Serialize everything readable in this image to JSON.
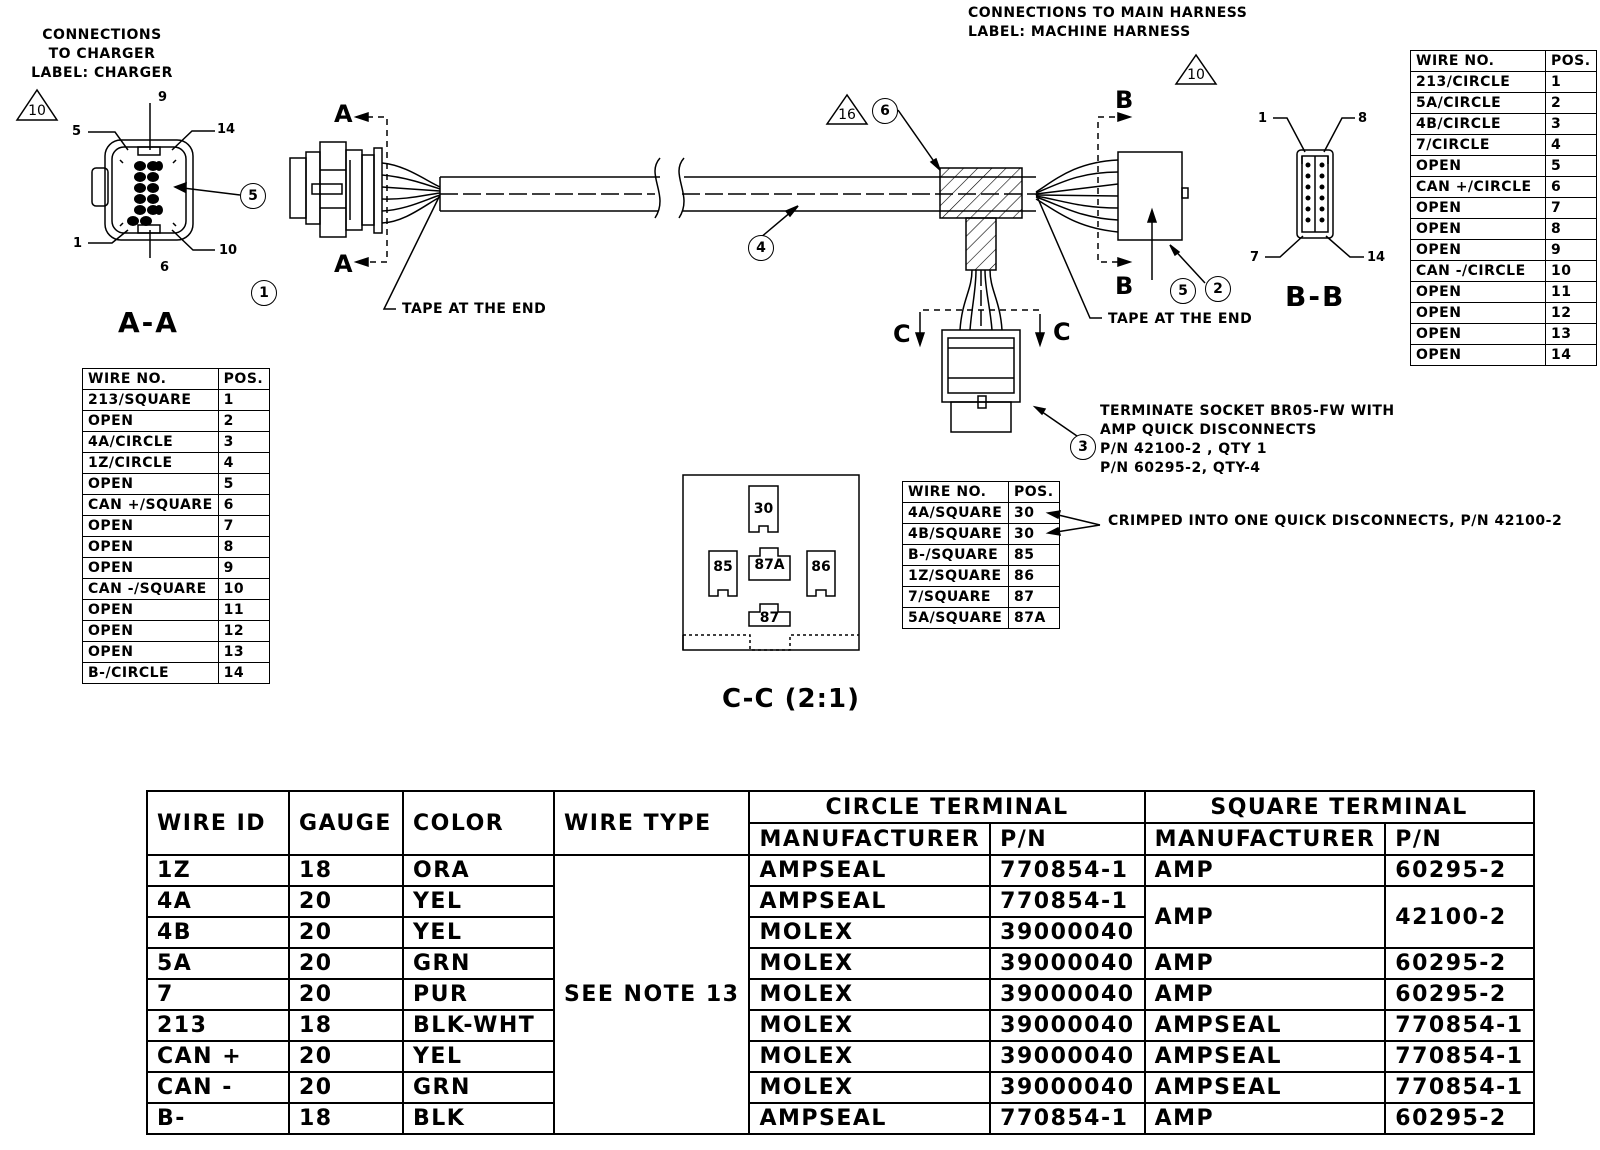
{
  "aa": {
    "header": [
      "CONNECTIONS",
      "TO CHARGER",
      "LABEL: CHARGER"
    ],
    "note_ref": "10",
    "section_title": "A-A",
    "pin_labels": {
      "p9": "9",
      "p5": "5",
      "p14": "14",
      "p1": "1",
      "p6": "6",
      "p10": "10"
    },
    "bubble": "5"
  },
  "main_header": [
    "CONNECTIONS TO MAIN HARNESS",
    "LABEL: MACHINE HARNESS"
  ],
  "main_note_ref": "10",
  "cut_labels": {
    "a": "A",
    "b": "B",
    "c": "C"
  },
  "balloons": {
    "b1": "1",
    "b2": "2",
    "b3": "3",
    "b4": "4",
    "b5": "5",
    "b6": "6"
  },
  "note16": "16",
  "tape_left": "TAPE AT THE END",
  "tape_right": "TAPE AT THE END",
  "bb": {
    "section_title": "B-B",
    "pin_labels": {
      "p1": "1",
      "p8": "8",
      "p7": "7",
      "p14": "14"
    }
  },
  "terminate_note": [
    "TERMINATE SOCKET BR05-FW WITH",
    "AMP QUICK DISCONNECTS",
    "P/N 42100-2 , QTY 1",
    "P/N 60295-2, QTY-4"
  ],
  "crimp_note": "CRIMPED INTO ONE QUICK DISCONNECTS, P/N 42100-2",
  "cc": {
    "section_title": "C-C (2:1)",
    "relay": {
      "t30": "30",
      "t85": "85",
      "t87a": "87A",
      "t86": "86",
      "t87": "87"
    }
  },
  "table_aa": {
    "headers": [
      "WIRE NO.",
      "POS."
    ],
    "rows": [
      [
        "213/SQUARE",
        "1"
      ],
      [
        "OPEN",
        "2"
      ],
      [
        "4A/CIRCLE",
        "3"
      ],
      [
        "1Z/CIRCLE",
        "4"
      ],
      [
        "OPEN",
        "5"
      ],
      [
        "CAN +/SQUARE",
        "6"
      ],
      [
        "OPEN",
        "7"
      ],
      [
        "OPEN",
        "8"
      ],
      [
        "OPEN",
        "9"
      ],
      [
        "CAN -/SQUARE",
        "10"
      ],
      [
        "OPEN",
        "11"
      ],
      [
        "OPEN",
        "12"
      ],
      [
        "OPEN",
        "13"
      ],
      [
        "B-/CIRCLE",
        "14"
      ]
    ]
  },
  "table_bb": {
    "headers": [
      "WIRE NO.",
      "POS."
    ],
    "rows": [
      [
        "213/CIRCLE",
        "1"
      ],
      [
        "5A/CIRCLE",
        "2"
      ],
      [
        "4B/CIRCLE",
        "3"
      ],
      [
        "7/CIRCLE",
        "4"
      ],
      [
        "OPEN",
        "5"
      ],
      [
        "CAN +/CIRCLE",
        "6"
      ],
      [
        "OPEN",
        "7"
      ],
      [
        "OPEN",
        "8"
      ],
      [
        "OPEN",
        "9"
      ],
      [
        "CAN -/CIRCLE",
        "10"
      ],
      [
        "OPEN",
        "11"
      ],
      [
        "OPEN",
        "12"
      ],
      [
        "OPEN",
        "13"
      ],
      [
        "OPEN",
        "14"
      ]
    ]
  },
  "table_cc": {
    "headers": [
      "WIRE NO.",
      "POS."
    ],
    "rows": [
      [
        "4A/SQUARE",
        "30"
      ],
      [
        "4B/SQUARE",
        "30"
      ],
      [
        "B-/SQUARE",
        "85"
      ],
      [
        "1Z/SQUARE",
        "86"
      ],
      [
        "7/SQUARE",
        "87"
      ],
      [
        "5A/SQUARE",
        "87A"
      ]
    ]
  },
  "wire_table": {
    "headers": {
      "wire_id": "WIRE ID",
      "gauge": "GAUGE",
      "color": "COLOR",
      "wire_type": "WIRE TYPE",
      "circle_terminal": "CIRCLE TERMINAL",
      "square_terminal": "SQUARE TERMINAL",
      "manufacturer": "MANUFACTURER",
      "pn": "P/N"
    },
    "wire_type_value": "SEE NOTE 13",
    "rows": [
      {
        "id": "1Z",
        "gauge": "18",
        "color": "ORA",
        "c_mfr": "AMPSEAL",
        "c_pn": "770854-1",
        "s_mfr": "AMP",
        "s_pn": "60295-2"
      },
      {
        "id": "4A",
        "gauge": "20",
        "color": "YEL",
        "c_mfr": "AMPSEAL",
        "c_pn": "770854-1",
        "s_mfr": "AMP",
        "s_pn": "42100-2"
      },
      {
        "id": "4B",
        "gauge": "20",
        "color": "YEL",
        "c_mfr": "MOLEX",
        "c_pn": "39000040"
      },
      {
        "id": "5A",
        "gauge": "20",
        "color": "GRN",
        "c_mfr": "MOLEX",
        "c_pn": "39000040",
        "s_mfr": "AMP",
        "s_pn": "60295-2"
      },
      {
        "id": "7",
        "gauge": "20",
        "color": "PUR",
        "c_mfr": "MOLEX",
        "c_pn": "39000040",
        "s_mfr": "AMP",
        "s_pn": "60295-2"
      },
      {
        "id": "213",
        "gauge": "18",
        "color": "BLK-WHT",
        "c_mfr": "MOLEX",
        "c_pn": "39000040",
        "s_mfr": "AMPSEAL",
        "s_pn": "770854-1"
      },
      {
        "id": "CAN +",
        "gauge": "20",
        "color": "YEL",
        "c_mfr": "MOLEX",
        "c_pn": "39000040",
        "s_mfr": "AMPSEAL",
        "s_pn": "770854-1"
      },
      {
        "id": "CAN -",
        "gauge": "20",
        "color": "GRN",
        "c_mfr": "MOLEX",
        "c_pn": "39000040",
        "s_mfr": "AMPSEAL",
        "s_pn": "770854-1"
      },
      {
        "id": "B-",
        "gauge": "18",
        "color": "BLK",
        "c_mfr": "AMPSEAL",
        "c_pn": "770854-1",
        "s_mfr": "AMP",
        "s_pn": "60295-2"
      }
    ]
  }
}
